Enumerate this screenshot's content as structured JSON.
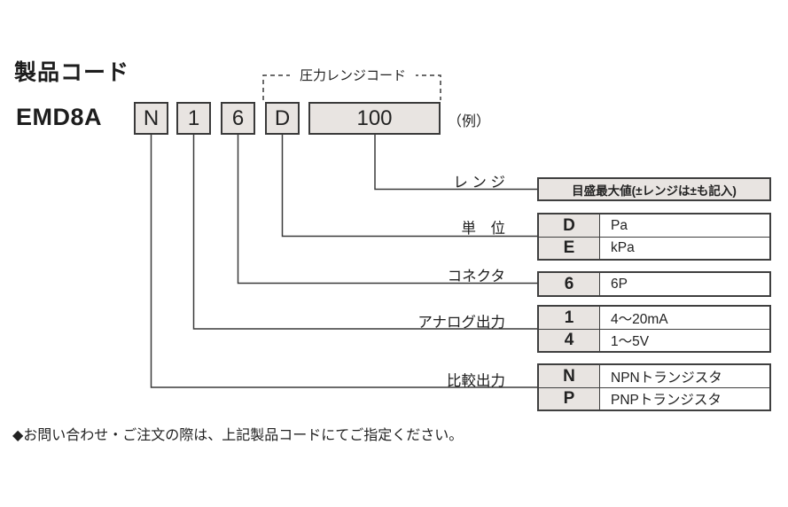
{
  "page": {
    "title": "製品コード",
    "example_label": "（例）",
    "pressure_range_code_label": "圧力レンジコード",
    "footer_note": "◆お問い合わせ・ご注文の際は、上記製品コードにてご指定ください。"
  },
  "product_code": {
    "prefix": "EMD8A",
    "segments": [
      "N",
      "1",
      "6",
      "D",
      "100"
    ]
  },
  "range_note": "目盛最大値(±レンジは±も記入)",
  "legend": [
    {
      "label": "レ ン ジ"
    },
    {
      "label": "単　位",
      "rows": [
        {
          "code": "D",
          "desc": "Pa"
        },
        {
          "code": "E",
          "desc": "kPa"
        }
      ]
    },
    {
      "label": "コネクタ",
      "rows": [
        {
          "code": "6",
          "desc": "6P"
        }
      ]
    },
    {
      "label": "アナログ出力",
      "rows": [
        {
          "code": "1",
          "desc": "4〜20mA"
        },
        {
          "code": "4",
          "desc": "1〜5V"
        }
      ]
    },
    {
      "label": "比較出力",
      "rows": [
        {
          "code": "N",
          "desc": "NPNトランジスタ"
        },
        {
          "code": "P",
          "desc": "PNPトランジスタ"
        }
      ]
    }
  ],
  "colors": {
    "box_fill": "#e8e4e1",
    "line": "#3a3a3a",
    "background": "#ffffff"
  }
}
